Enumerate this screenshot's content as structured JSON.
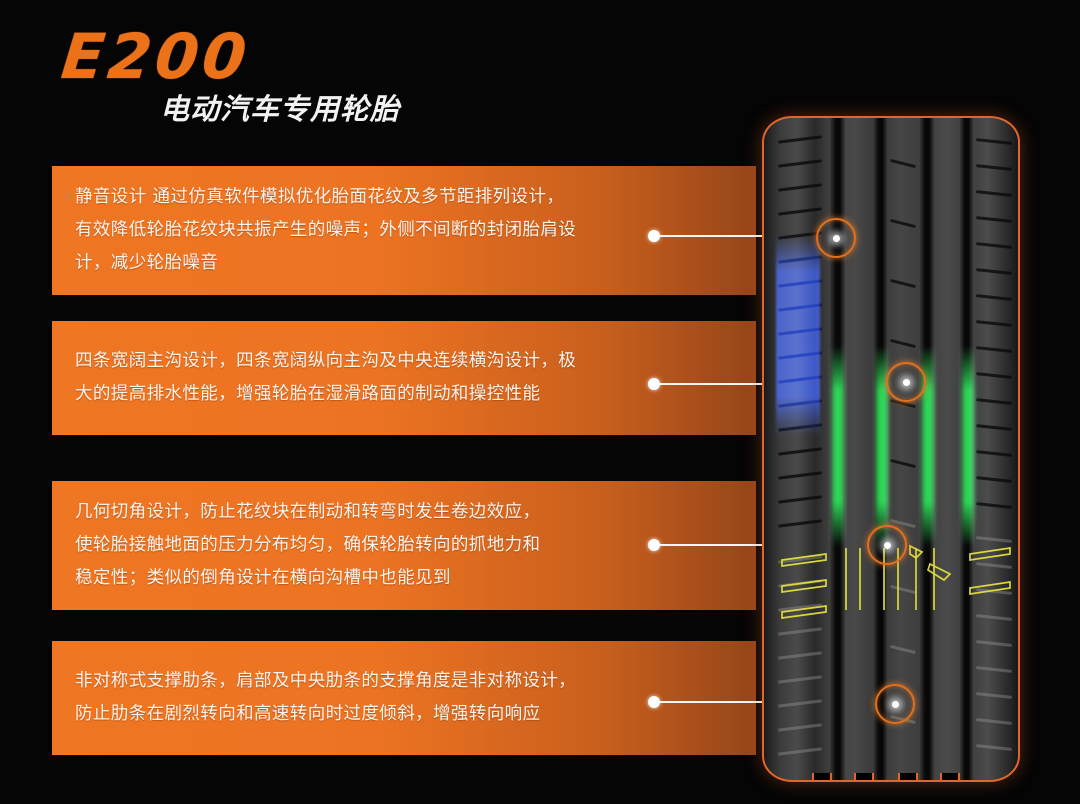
{
  "header": {
    "title": "E200",
    "subtitle": "电动汽车专用轮胎"
  },
  "colors": {
    "background": "#050505",
    "accent_orange": "#ec7219",
    "panel_orange": "#ef7622",
    "panel_orange_dark": "#95451a",
    "text_white": "#fdf4ee",
    "tire_outline": "#e2662a",
    "highlight_blue": "#1a3cc8",
    "highlight_green": "#28e155",
    "highlight_yellow": "#e3e03a",
    "highlight_amber": "#ffbe46",
    "connector_white": "#ffffff"
  },
  "features": [
    {
      "id": "quiet-design",
      "text": "静音设计  通过仿真软件模拟优化胎面花纹及多节距排列设计，\n有效降低轮胎花纹块共振产生的噪声；外侧不间断的封闭胎肩设\n计，减少轮胎噪音",
      "highlight_color": "#1a3cc8",
      "highlight_region": "outer-shoulder"
    },
    {
      "id": "four-main-grooves",
      "text": "四条宽阔主沟设计，四条宽阔纵向主沟及中央连续横沟设计，极\n大的提高排水性能，增强轮胎在湿滑路面的制动和操控性能",
      "highlight_color": "#28e155",
      "highlight_region": "longitudinal-grooves"
    },
    {
      "id": "geometric-chamfer",
      "text": "几何切角设计，防止花纹块在制动和转弯时发生卷边效应，\n使轮胎接触地面的压力分布均匀，确保轮胎转向的抓地力和\n稳定性；类似的倒角设计在横向沟槽中也能见到",
      "highlight_color": "#e3e03a",
      "highlight_region": "block-chamfers"
    },
    {
      "id": "asymmetric-rib",
      "text": "非对称式支撑肋条，肩部及中央肋条的支撑角度是非对称设计，\n防止肋条在剧烈转向和高速转向时过度倾斜，增强转向响应",
      "highlight_color": "#ffbe46",
      "highlight_region": "support-ribs"
    }
  ],
  "product_image": {
    "alt_name": "tire-tread-pattern",
    "orientation": "vertical",
    "groove_count": 4
  }
}
